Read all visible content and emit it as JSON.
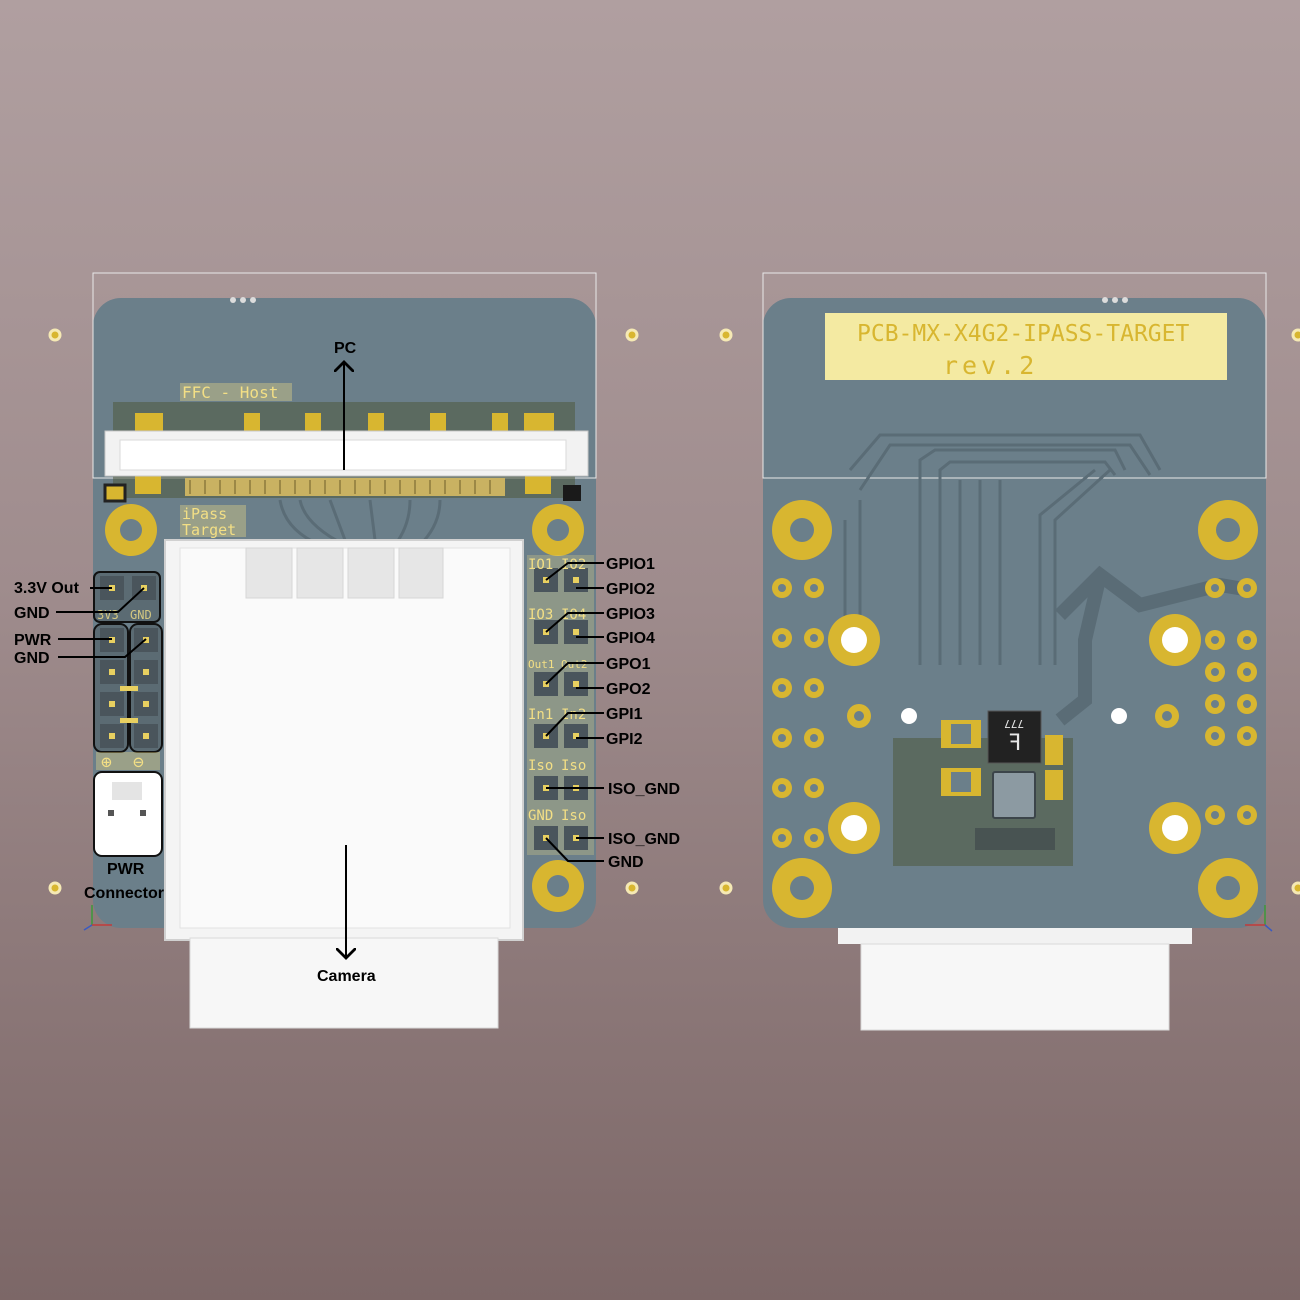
{
  "front": {
    "silkscreen": {
      "ffc_host": "FFC - Host",
      "ipass_line1": "iPass",
      "ipass_line2": "Target",
      "pin_labels": [
        "IO1",
        "IO2",
        "IO3",
        "IO4",
        "Out1",
        "Out2",
        "In1",
        "In2",
        "Iso",
        "Iso",
        "GND",
        "Iso"
      ],
      "power_header": [
        "3V3",
        "GND"
      ],
      "plus_symbol": "⊕",
      "minus_symbol": "⊖"
    },
    "arrows": {
      "top": "PC",
      "bottom": "Camera"
    },
    "left_callouts": {
      "v33_out": "3.3V Out",
      "gnd_1": "GND",
      "pwr": "PWR",
      "gnd_2": "GND",
      "connector_line1": "PWR",
      "connector_line2": "Connector"
    },
    "right_callouts": [
      "GPIO1",
      "GPIO2",
      "GPIO3",
      "GPIO4",
      "GPO1",
      "GPO2",
      "GPI1",
      "GPI2",
      "ISO_GND",
      "ISO_GND",
      "GND"
    ]
  },
  "back": {
    "title_line1": "PCB-MX-X4G2-IPASS-TARGET",
    "title_line2": "rev.2",
    "chip_marking": "777"
  },
  "colors": {
    "board": "#6b7f8a",
    "silkscreen": "#f3df85",
    "gold": "#d8b630",
    "connector": "#f2f2f2"
  }
}
